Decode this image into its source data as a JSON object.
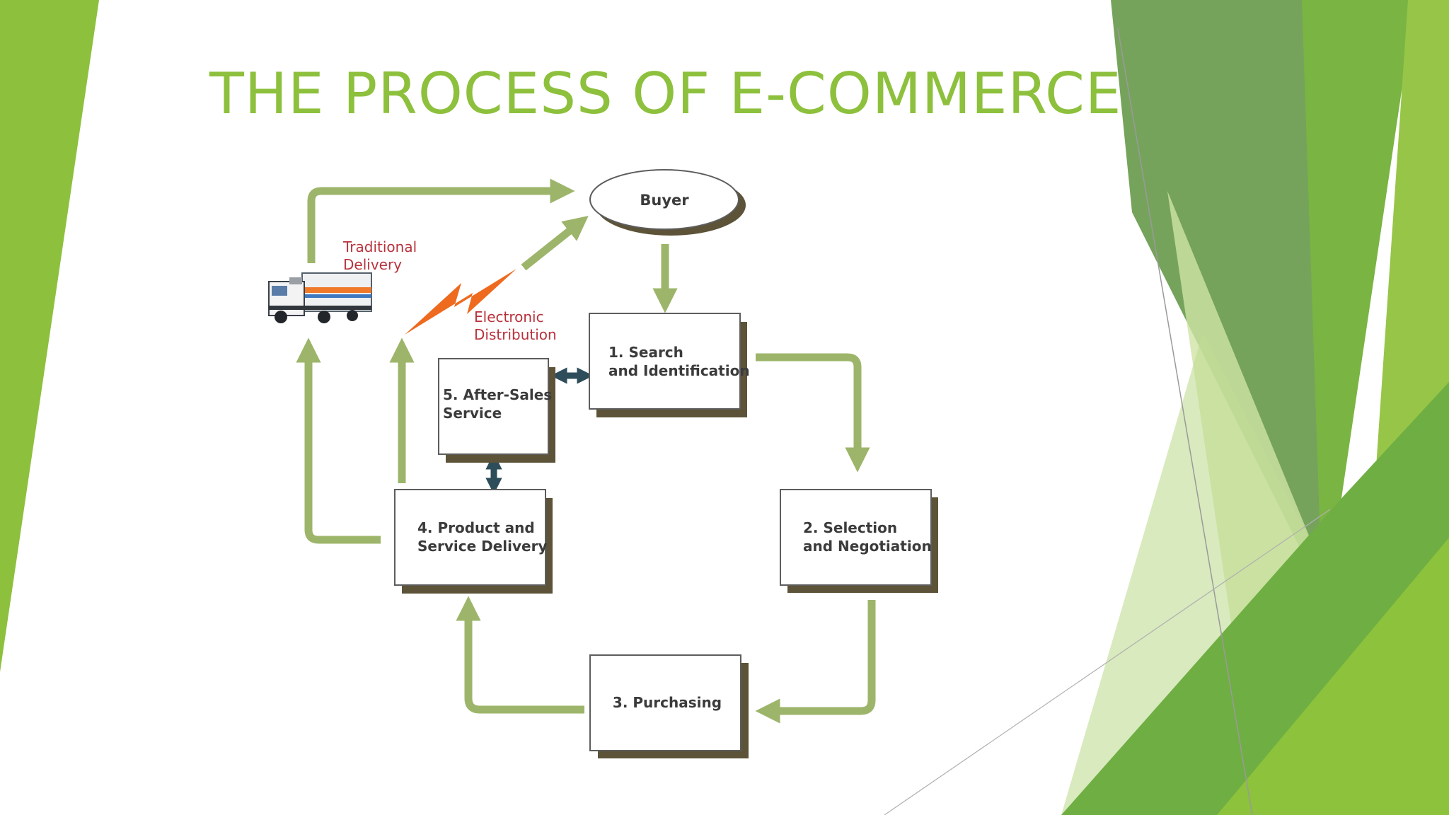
{
  "slide": {
    "title": "THE PROCESS OF E-COMMERCE"
  },
  "colors": {
    "title": "#8dc03c",
    "flow_arrow": "#9db56a",
    "link_arrow": "#2e4d5a",
    "box_shadow": "#5c5338",
    "box_border": "#5d5d5d",
    "note_text": "#b8323c",
    "lightning": "#ee6a1e",
    "deco_green_dark": "#5f9a48",
    "deco_green_mid": "#7ab442",
    "deco_green_light": "#a2cd4d"
  },
  "diagram": {
    "buyer": {
      "label": "Buyer"
    },
    "steps": [
      {
        "lines": [
          "1. Search",
          "and Identification"
        ]
      },
      {
        "lines": [
          "2. Selection",
          "and Negotiation"
        ]
      },
      {
        "lines": [
          "3. Purchasing"
        ]
      },
      {
        "lines": [
          "4. Product and",
          "Service Delivery"
        ]
      },
      {
        "lines": [
          "5. After-Sales",
          "Service"
        ]
      }
    ],
    "annotations": {
      "traditional": [
        "Traditional",
        "Delivery"
      ],
      "electronic": [
        "Electronic",
        "Distribution"
      ]
    },
    "icons": {
      "truck": "truck-icon",
      "lightning": "lightning-bolt-icon"
    }
  }
}
